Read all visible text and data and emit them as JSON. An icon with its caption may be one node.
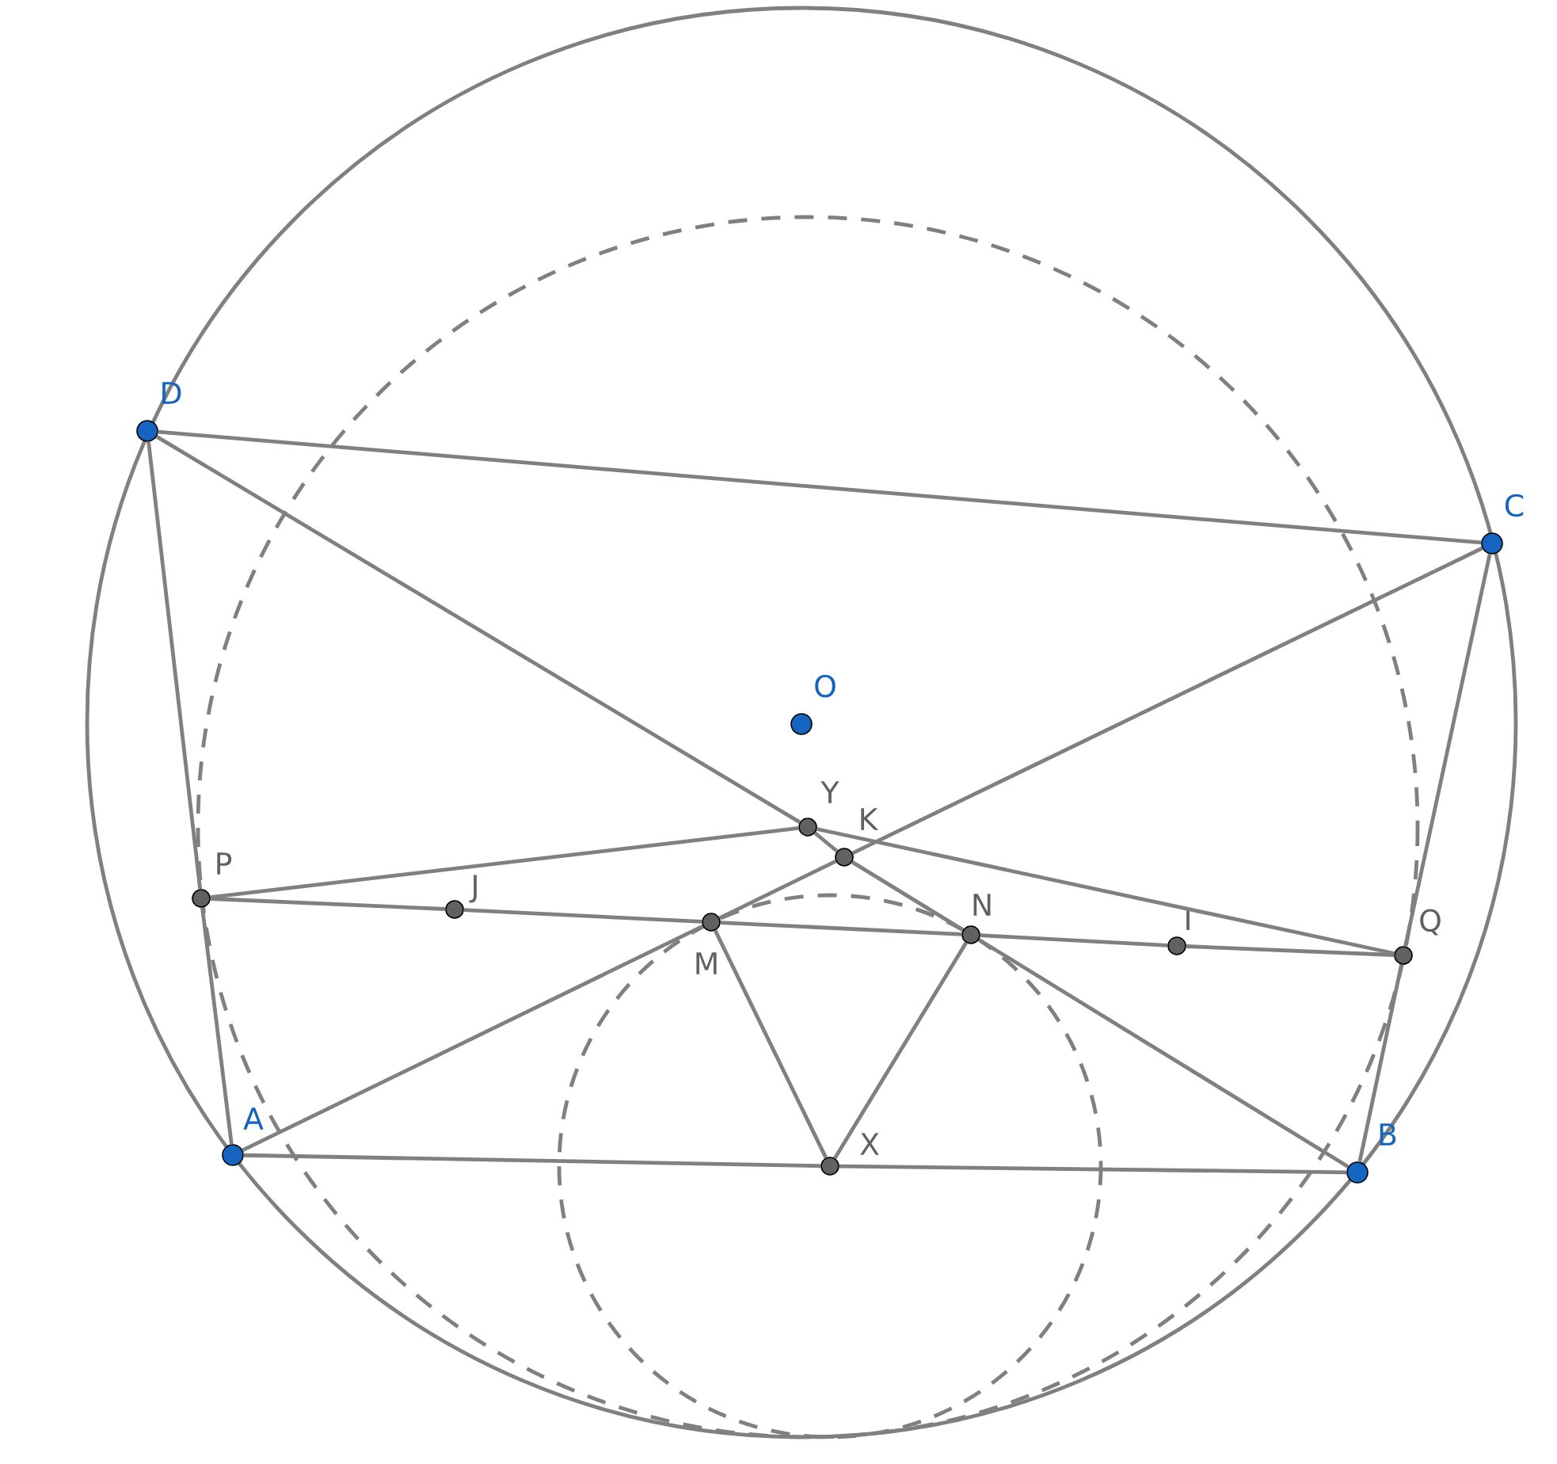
{
  "diagram": {
    "nodes": [
      {
        "text": [
          "D"
        ]
      },
      {
        "text": [
          "C"
        ]
      },
      {
        "text": [
          "O"
        ]
      },
      {
        "text": [
          "Y"
        ]
      },
      {
        "text": [
          "K"
        ]
      },
      {
        "text": [
          "P"
        ]
      },
      {
        "text": [
          "J"
        ]
      },
      {
        "text": [
          "M"
        ]
      },
      {
        "text": [
          "N"
        ]
      },
      {
        "text": [
          "I"
        ]
      },
      {
        "text": [
          "Q"
        ]
      },
      {
        "text": [
          "A"
        ]
      },
      {
        "text": [
          "X"
        ]
      },
      {
        "text": [
          "B"
        ]
      }
    ],
    "edges": [
      {
        "from": 0,
        "to": 1,
        "arrow": "none"
      },
      {
        "from": 0,
        "to": 5,
        "arrow": "none"
      },
      {
        "from": 5,
        "to": 11,
        "arrow": "none"
      },
      {
        "from": 1,
        "to": 10,
        "arrow": "none"
      },
      {
        "from": 10,
        "to": 13,
        "arrow": "none"
      },
      {
        "from": 11,
        "to": 12,
        "arrow": "none"
      },
      {
        "from": 12,
        "to": 13,
        "arrow": "none"
      },
      {
        "from": 0,
        "to": 3,
        "arrow": "none"
      },
      {
        "from": 3,
        "to": 4,
        "arrow": "none"
      },
      {
        "from": 4,
        "to": 8,
        "arrow": "none"
      },
      {
        "from": 8,
        "to": 13,
        "arrow": "none"
      },
      {
        "from": 11,
        "to": 7,
        "arrow": "none"
      },
      {
        "from": 7,
        "to": 4,
        "arrow": "none"
      },
      {
        "from": 4,
        "to": 1,
        "arrow": "none"
      },
      {
        "from": 5,
        "to": 6,
        "arrow": "none"
      },
      {
        "from": 6,
        "to": 7,
        "arrow": "none"
      },
      {
        "from": 7,
        "to": 8,
        "arrow": "none"
      },
      {
        "from": 8,
        "to": 9,
        "arrow": "none"
      },
      {
        "from": 9,
        "to": 10,
        "arrow": "none"
      },
      {
        "from": 5,
        "to": 3,
        "arrow": "none"
      },
      {
        "from": 3,
        "to": 10,
        "arrow": "none"
      },
      {
        "from": 7,
        "to": 12,
        "arrow": "none"
      },
      {
        "from": 8,
        "to": 12,
        "arrow": "none"
      }
    ]
  }
}
